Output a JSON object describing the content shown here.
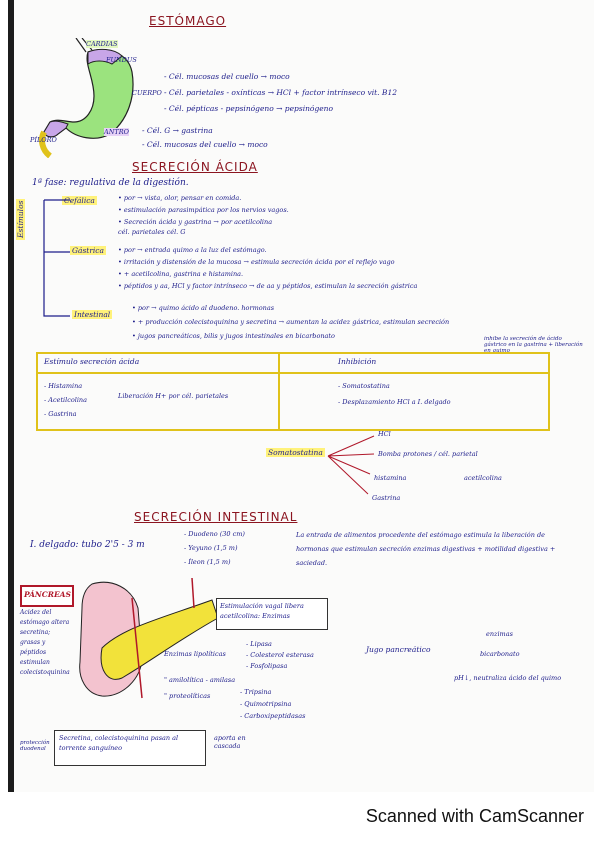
{
  "title": "ESTÓMAGO",
  "stomach": {
    "labels": {
      "cardias": "CARDIAS",
      "fundus": "FUNDUS",
      "cuerpo": "CUERPO",
      "antro": "ANTRO",
      "piloro": "PÍLORO"
    },
    "cuerpo_notes": [
      "- Cél. mucosas del cuello → moco",
      "- Cél. parietales - oxínticas → HCl + factor intrínseco vit. B12",
      "- Cél. pépticas - pepsinógeno → pepsinógeno"
    ],
    "antro_notes": [
      "- Cél. G → gastrina",
      "- Cél. mucosas del cuello → moco"
    ]
  },
  "secrecion": {
    "title": "SECRECIÓN ÁCIDA",
    "fase_intro": "1ª fase: regulativa de la digestión.",
    "side_label": "Estímulos",
    "cefalica": {
      "label": "Cefálica",
      "lines": [
        "• por → vista, olor, pensar en comida.",
        "• estimulación parasimpática por los nervios vagos.",
        "• Secreción ácida y gastrina → por acetilcolina",
        "  cél. parietales    cél. G"
      ]
    },
    "gastrica": {
      "label": "Gástrica",
      "lines": [
        "• por → entrada quimo a la luz del estómago.",
        "• irritación y distensión de la mucosa → estimula secreción ácida por el reflejo vago",
        "• + acetilcolina, gastrina e histamina.",
        "• péptidos y aa, HCl y factor intrínseco → de aa y péptidos, estimulan la secreción gástrica"
      ]
    },
    "intestinal": {
      "label": "Intestinal",
      "lines": [
        "• por → quimo ácido al duodeno. hormonas",
        "• + producción colecistoquinina y secretina → aumentan la acidez gástrica, estimulan secreción",
        "• jugos pancreáticos, bilis y jugos intestinales en bicarbonato"
      ],
      "side_note": "inhibe la secreción de ácido gástrico en la gastrina + liberación en quimo"
    }
  },
  "table": {
    "col1": "Estímulo secreción ácida",
    "col2": "Inhibición",
    "estimulos": [
      "- Histamina",
      "- Acetilcolina",
      "- Gastrina"
    ],
    "estimulos_note": "Liberación H+ por cél. parietales",
    "inhibicion": [
      "- Somatostatina",
      "- Desplazamiento HCl a I. delgado"
    ]
  },
  "somatostatina": {
    "label": "Somatostatina",
    "targets": [
      "HCl",
      "Bomba protones / cél. parietal",
      "histamina",
      "acetilcolina",
      "Gastrina"
    ]
  },
  "intestino": {
    "title": "SECRECIÓN INTESTINAL",
    "length": "I. delgado: tubo 2'5 - 3 m",
    "parts": [
      "- Duodeno (30 cm)",
      "- Yeyuno (1,5 m)",
      "- Íleon (1,5 m)"
    ],
    "note": "La entrada de alimentos procedente del estómago estimula la liberación de hormonas que estimulan secreción enzimas digestivas + motilidad digestiva + saciedad."
  },
  "pancreas": {
    "title": "PÁNCREAS",
    "left_note": "Acidez del estómago altera secretina; grasas y péptidos estimulan colecistoquinina",
    "box_note": "Estimulación vagal libera acetilcolina: Enzimas",
    "enzymes": {
      "lipoliticas": "Enzimas lipolíticas",
      "lipo_items": [
        "- Lipasa",
        "- Colesterol esterasa",
        "- Fosfolipasa"
      ],
      "amilolitica": "\" amilolítica - amilasa",
      "proteoliticas": "\" proteolíticas",
      "proteo_items": [
        "- Tripsina",
        "- Quimotripsina",
        "- Carboxipeptidasas"
      ]
    },
    "bottom_note": "Secretina, colecistoquinina pasan al torrente sanguíneo",
    "bottom_side": "aporta en cascada",
    "left_small": "protección duodenal",
    "jugo": {
      "label": "Jugo pancreático",
      "items": [
        "enzimas",
        "bicarbonato",
        "pH↓, neutraliza ácido del quimo"
      ]
    }
  },
  "footer": "Scanned with CamScanner",
  "colors": {
    "ink": "#1c1c8a",
    "red": "#b0182a",
    "highlight": "#fff27a",
    "stomach_green": "#9be37e",
    "stomach_purple": "#c8a6e8",
    "pancreas_yellow": "#f2e23a"
  }
}
